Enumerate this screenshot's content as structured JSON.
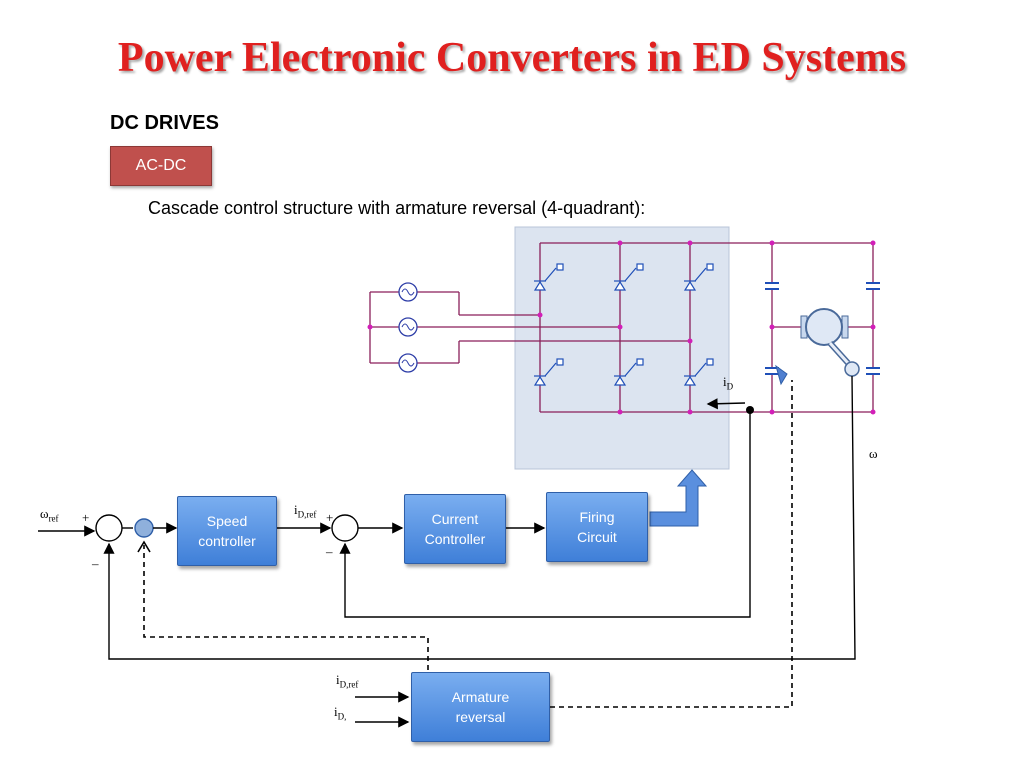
{
  "title": "Power Electronic Converters in ED Systems",
  "section": "DC DRIVES",
  "tag": "AC-DC",
  "subtitle": "Cascade control structure with armature reversal (4-quadrant):",
  "blocks": {
    "speed_controller": "Speed\ncontroller",
    "current_controller": "Current\nController",
    "firing_circuit": "Firing\nCircuit",
    "armature_reversal": "Armature\nreversal"
  },
  "signals": {
    "omega_ref": {
      "base": "ω",
      "sub": "ref"
    },
    "id_ref": {
      "base": "i",
      "sub": "D,ref"
    },
    "id_ref_in": {
      "base": "i",
      "sub": "D,ref"
    },
    "id_in": {
      "base": "i",
      "sub": "D,"
    },
    "id_circuit": {
      "base": "i",
      "sub": "D"
    },
    "omega": "ω"
  },
  "signs": {
    "sum1_plus": "+",
    "sum1_minus": "–",
    "sum2_plus": "+",
    "sum2_minus": "–"
  }
}
